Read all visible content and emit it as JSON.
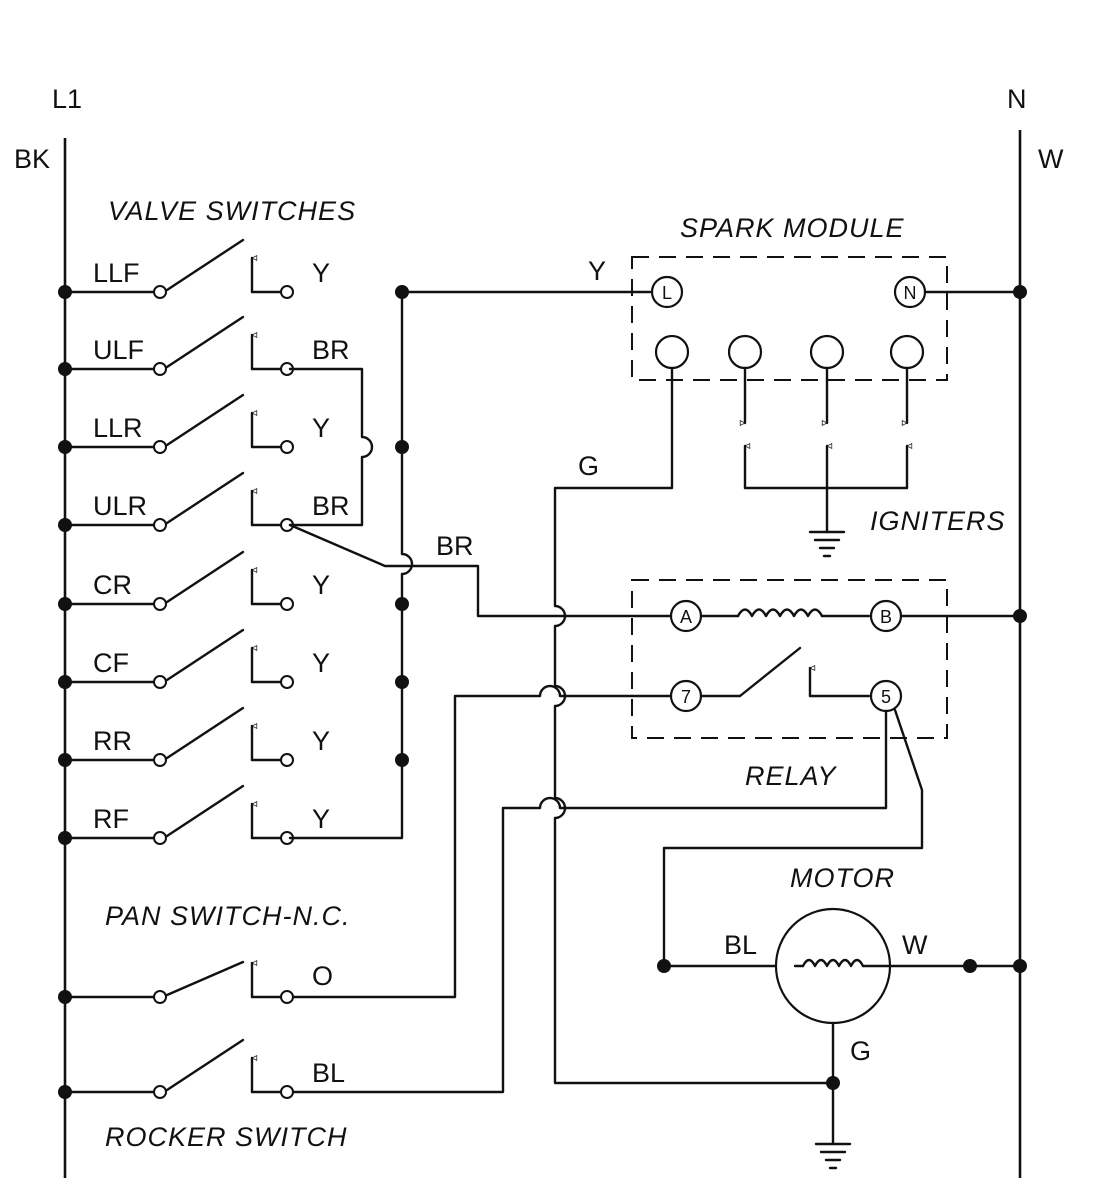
{
  "rails": {
    "line": "L1",
    "line_wire": "BK",
    "neutral": "N",
    "neutral_wire": "W"
  },
  "titles": {
    "valve_switches": "VALVE SWITCHES",
    "spark_module": "SPARK MODULE",
    "igniters": "IGNITERS",
    "relay": "RELAY",
    "motor": "MOTOR",
    "pan_switch": "PAN SWITCH-N.C.",
    "rocker_switch": "ROCKER SWITCH"
  },
  "valve_switches": [
    {
      "name": "LLF",
      "wire": "Y"
    },
    {
      "name": "ULF",
      "wire": "BR"
    },
    {
      "name": "LLR",
      "wire": "Y"
    },
    {
      "name": "ULR",
      "wire": "BR"
    },
    {
      "name": "CR",
      "wire": "Y"
    },
    {
      "name": "CF",
      "wire": "Y"
    },
    {
      "name": "RR",
      "wire": "Y"
    },
    {
      "name": "RF",
      "wire": "Y"
    }
  ],
  "pan_switch_wire": "O",
  "rocker_switch_wire": "BL",
  "wires": {
    "spark_l": "Y",
    "ground_g": "G",
    "relay_feed": "BR",
    "motor_bl": "BL",
    "motor_w": "W",
    "motor_g": "G"
  },
  "spark_terminals": {
    "line": "L",
    "neutral": "N"
  },
  "relay_terminals": {
    "coil_a": "A",
    "coil_b": "B",
    "contact_common": "7",
    "contact_no": "5"
  }
}
